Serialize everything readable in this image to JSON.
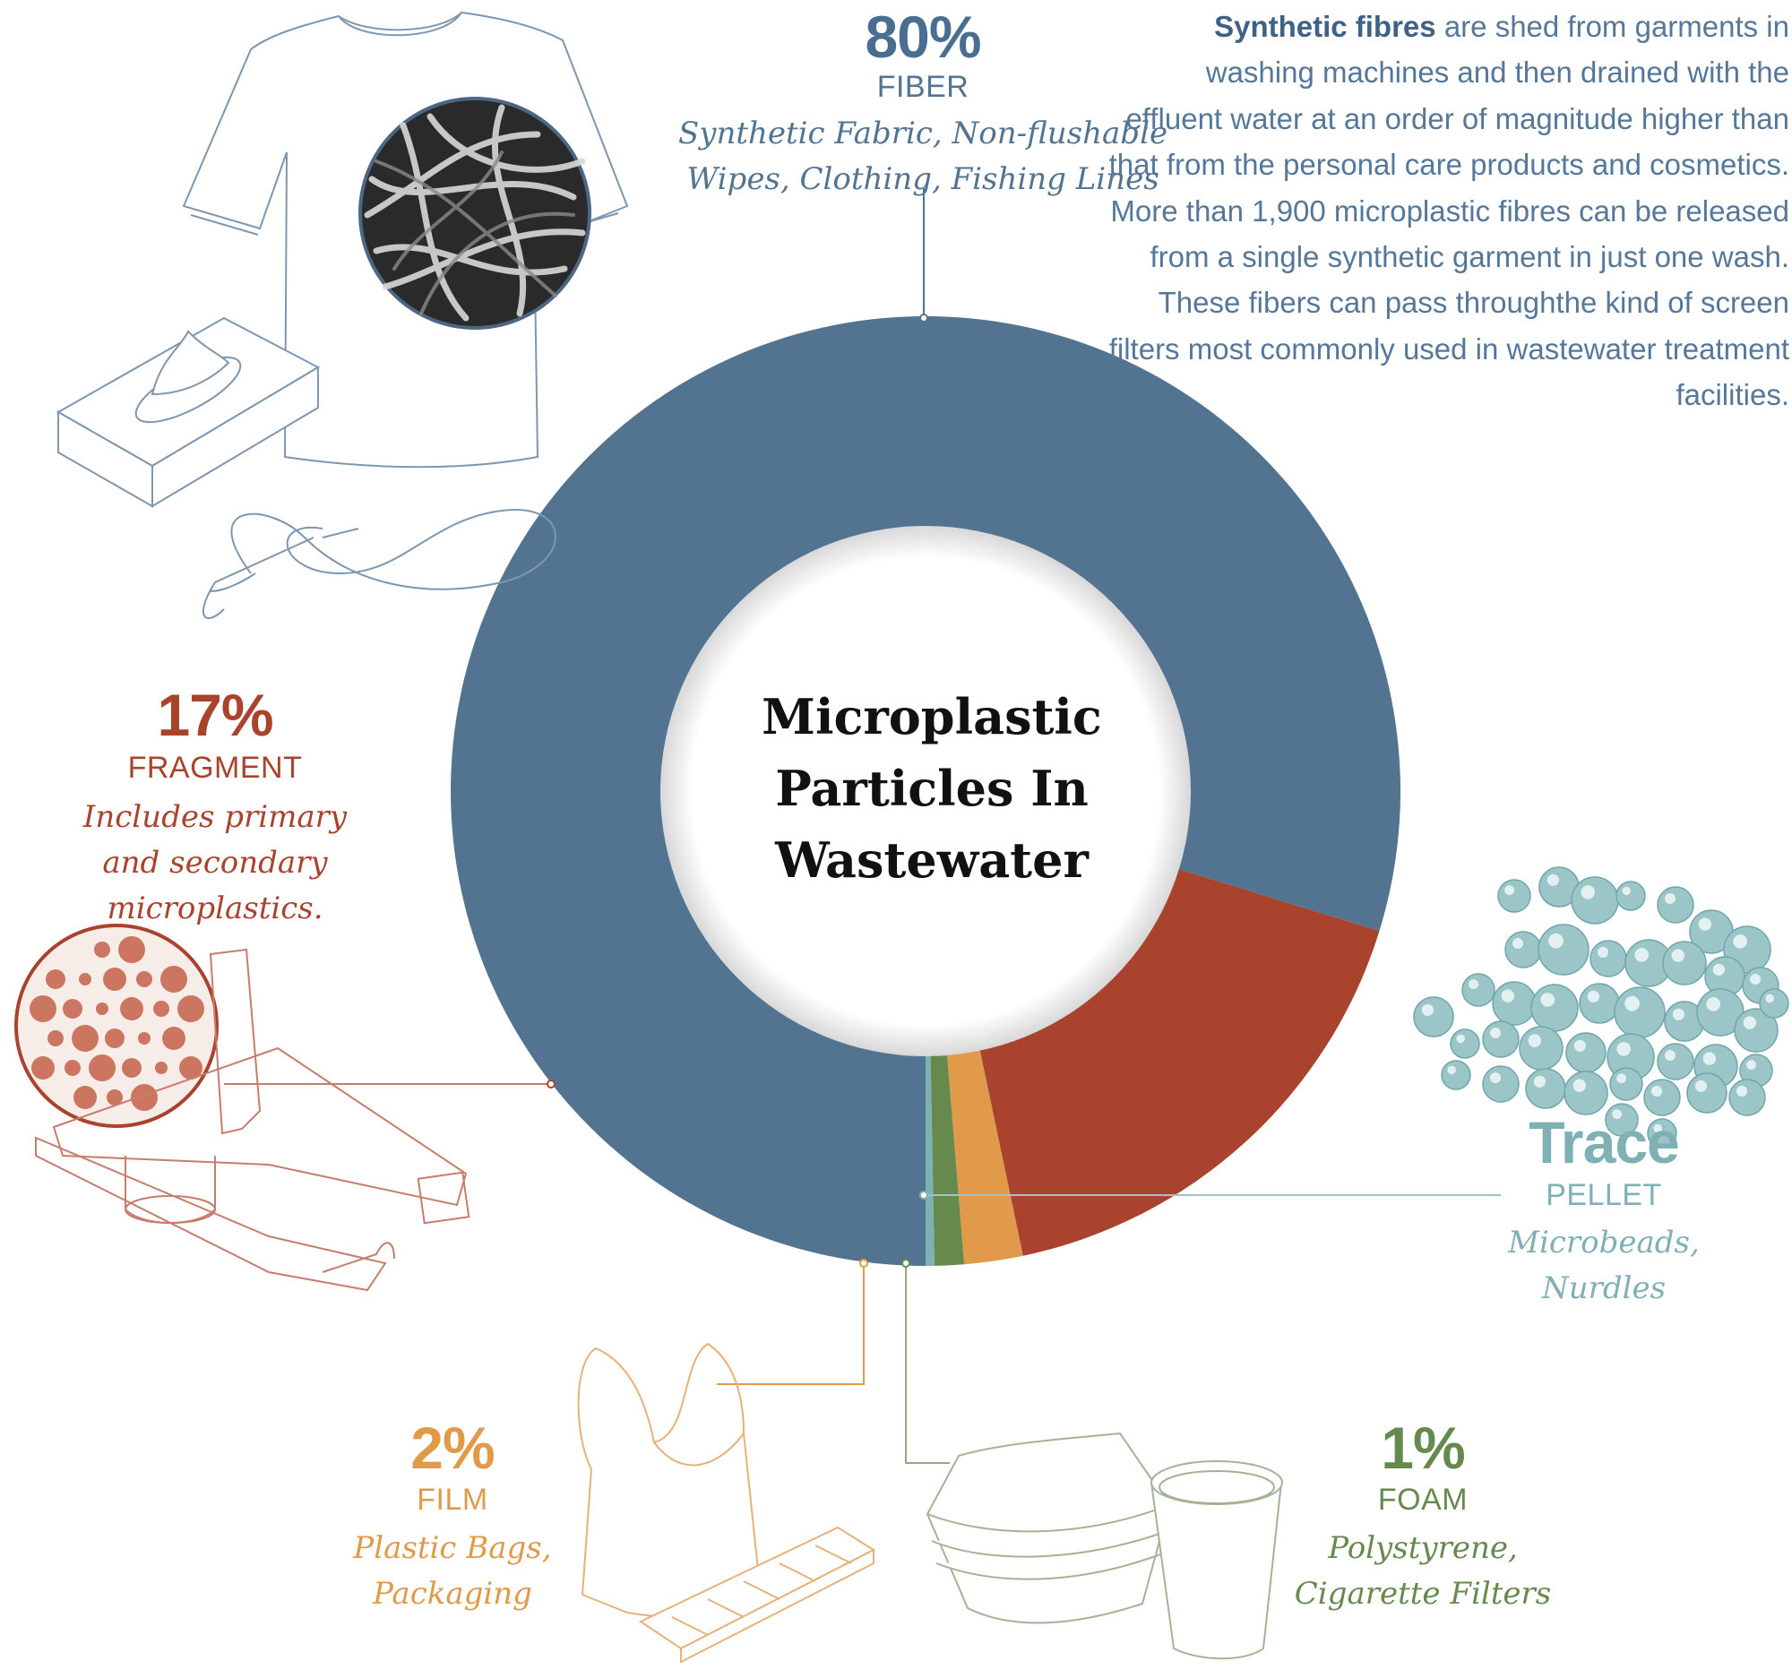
{
  "chart_data": {
    "type": "pie",
    "title": "Microplastic Particles In Wastewater",
    "title_lines": [
      "Microplastic",
      "Particles In",
      "Wastewater"
    ],
    "slices": [
      {
        "name": "FIBER",
        "value_label": "80%",
        "value": 80,
        "examples_lines": [
          "Synthetic Fabric, Non-flushable",
          "Wipes, Clothing, Fishing Lines"
        ],
        "color": "#527491"
      },
      {
        "name": "FRAGMENT",
        "value_label": "17%",
        "value": 17,
        "examples_lines": [
          "Includes primary",
          "and secondary",
          "microplastics."
        ],
        "color": "#a9432d"
      },
      {
        "name": "FILM",
        "value_label": "2%",
        "value": 2,
        "examples_lines": [
          "Plastic Bags,",
          "Packaging"
        ],
        "color": "#e09a49"
      },
      {
        "name": "FOAM",
        "value_label": "1%",
        "value": 1,
        "examples_lines": [
          "Polystyrene,",
          "Cigarette Filters"
        ],
        "color": "#668a4e"
      },
      {
        "name": "PELLET",
        "value_label": "Trace",
        "value": 0.3,
        "examples_lines": [
          "Microbeads,",
          "Nurdles"
        ],
        "color": "#7fb0b4"
      }
    ],
    "annotation": {
      "bold": "Synthetic fibres",
      "text": " are shed from garments in washing machines and then drained with the effluent water at an order of magnitude higher than that from the personal care products and cosmetics. More than 1,900 microplastic fibres can be released from a single synthetic garment in just one wash. These fibers can pass throughthe kind of screen filters most commonly used in wastewater treatment facilities."
    }
  }
}
